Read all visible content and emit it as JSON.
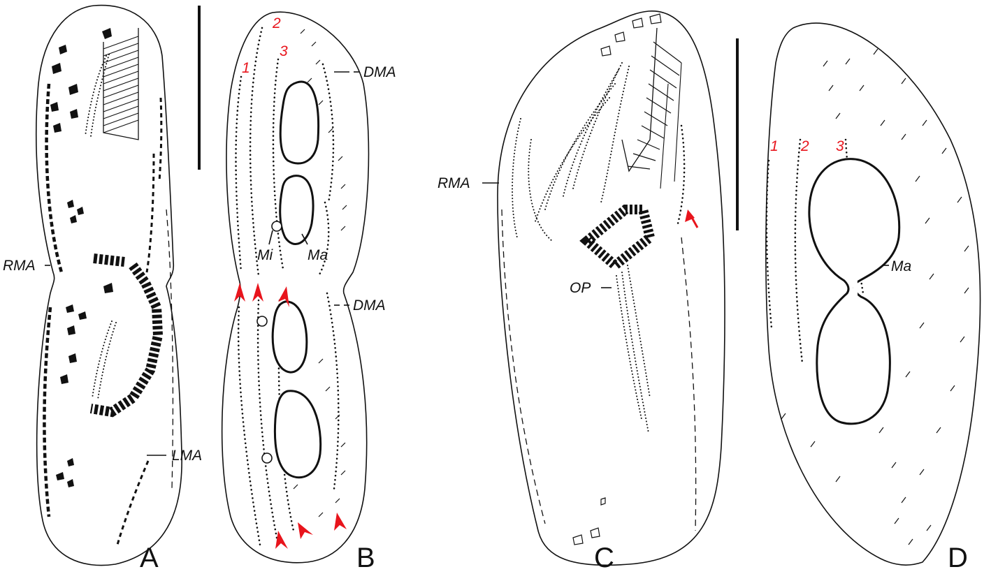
{
  "panel_labels": {
    "a": "A",
    "b": "B",
    "c": "C",
    "d": "D"
  },
  "structure_labels": {
    "rma": "RMA",
    "lma": "LMA",
    "dma": "DMA",
    "mi": "Mi",
    "ma": "Ma",
    "op": "OP"
  },
  "kinety_numbers": {
    "one": "1",
    "two": "2",
    "three": "3"
  },
  "colors": {
    "ink": "#111111",
    "annotation_red": "#e8141c",
    "background": "#ffffff"
  }
}
